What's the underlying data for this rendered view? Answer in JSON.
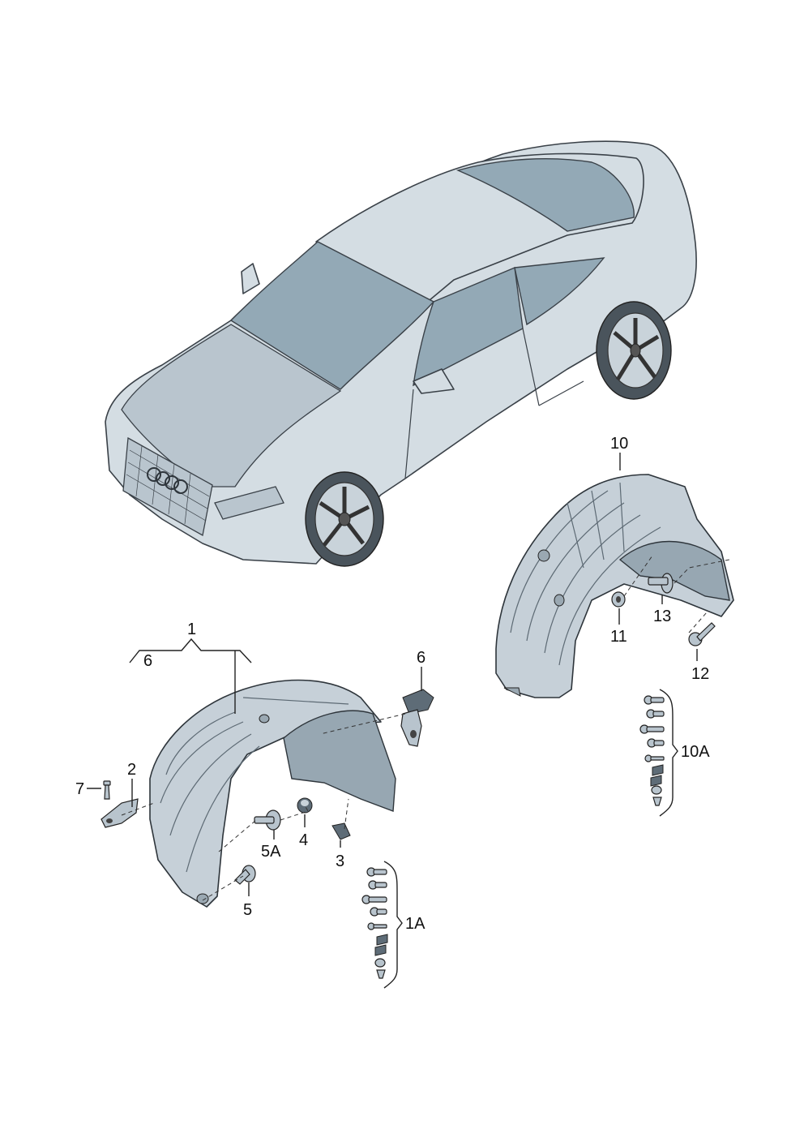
{
  "diagram": {
    "callouts": {
      "c1": "1",
      "c6a": "6",
      "c6b": "6",
      "c2": "2",
      "c7": "7",
      "c5a": "5A",
      "c4": "4",
      "c3": "3",
      "c5": "5",
      "c1a": "1A",
      "c10": "10",
      "c11": "11",
      "c13": "13",
      "c12": "12",
      "c10a": "10A"
    },
    "colors": {
      "part_fill": "#c6d0d8",
      "glass": "#93a9b6",
      "outline": "#2e353b"
    }
  }
}
